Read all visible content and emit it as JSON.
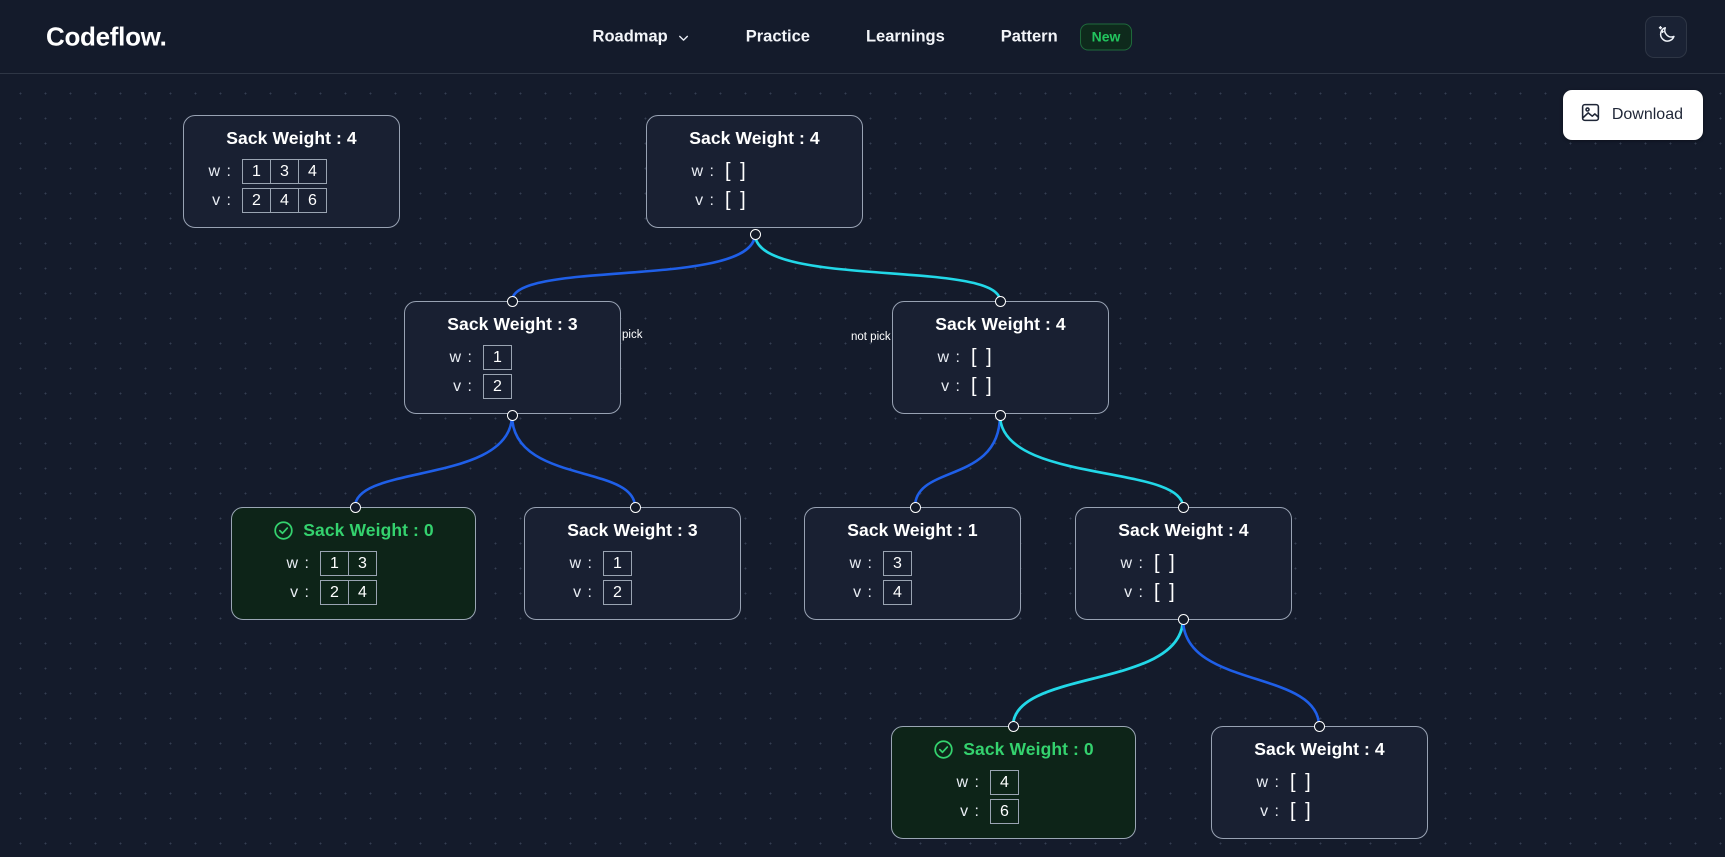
{
  "header": {
    "brand": "Codeflow.",
    "nav": [
      {
        "label": "Roadmap",
        "icon": "chevron-down-icon",
        "has_chevron": true
      },
      {
        "label": "Practice",
        "has_chevron": false
      },
      {
        "label": "Learnings",
        "has_chevron": false
      },
      {
        "label": "Pattern",
        "has_chevron": false,
        "badge": "New"
      }
    ],
    "theme_toggle_icon": "moon-stars-icon"
  },
  "toolbar": {
    "download_label": "Download",
    "download_icon": "image-icon"
  },
  "colors": {
    "background": "#141b2b",
    "header": "#141b2b",
    "node_bg": "#192032",
    "node_border": "#98a2b3",
    "solved_bg": "#0d2418",
    "solved_text": "#34d26e",
    "edge_pick": "#1f5fe8",
    "edge_not_pick": "#22d8e8",
    "badge_new": "#22c55e",
    "download_bg": "#ffffff"
  },
  "graph": {
    "title_prefix": "Sack Weight : ",
    "row_labels": {
      "w": "w :",
      "v": "v :"
    },
    "empty_value": "[ ]",
    "edge_labels": {
      "pick": "pick",
      "not_pick": "not pick"
    },
    "nodes": [
      {
        "id": "legend",
        "title": "Sack Weight : 4",
        "w": [
          "1",
          "3",
          "4"
        ],
        "v": [
          "2",
          "4",
          "6"
        ],
        "solved": false,
        "empty": false
      },
      {
        "id": "root",
        "title": "Sack Weight : 4",
        "w": [],
        "v": [],
        "solved": false,
        "empty": true
      },
      {
        "id": "l1-left",
        "title": "Sack Weight : 3",
        "w": [
          "1"
        ],
        "v": [
          "2"
        ],
        "solved": false,
        "empty": false
      },
      {
        "id": "l1-right",
        "title": "Sack Weight : 4",
        "w": [],
        "v": [],
        "solved": false,
        "empty": true
      },
      {
        "id": "l2-a",
        "title": "Sack Weight : 0",
        "w": [
          "1",
          "3"
        ],
        "v": [
          "2",
          "4"
        ],
        "solved": true,
        "empty": false
      },
      {
        "id": "l2-b",
        "title": "Sack Weight : 3",
        "w": [
          "1"
        ],
        "v": [
          "2"
        ],
        "solved": false,
        "empty": false
      },
      {
        "id": "l2-c",
        "title": "Sack Weight : 1",
        "w": [
          "3"
        ],
        "v": [
          "4"
        ],
        "solved": false,
        "empty": false
      },
      {
        "id": "l2-d",
        "title": "Sack Weight : 4",
        "w": [],
        "v": [],
        "solved": false,
        "empty": true
      },
      {
        "id": "l3-a",
        "title": "Sack Weight : 0",
        "w": [
          "4"
        ],
        "v": [
          "6"
        ],
        "solved": true,
        "empty": false
      },
      {
        "id": "l3-b",
        "title": "Sack Weight : 4",
        "w": [],
        "v": [],
        "solved": false,
        "empty": true
      }
    ],
    "edges": [
      {
        "from": "root",
        "to": "l1-left",
        "kind": "pick",
        "label": "pick"
      },
      {
        "from": "root",
        "to": "l1-right",
        "kind": "not_pick",
        "label": "not pick"
      },
      {
        "from": "l1-left",
        "to": "l2-a",
        "kind": "pick",
        "label": ""
      },
      {
        "from": "l1-left",
        "to": "l2-b",
        "kind": "pick",
        "label": ""
      },
      {
        "from": "l1-right",
        "to": "l2-c",
        "kind": "pick",
        "label": ""
      },
      {
        "from": "l1-right",
        "to": "l2-d",
        "kind": "not_pick",
        "label": ""
      },
      {
        "from": "l2-d",
        "to": "l3-a",
        "kind": "not_pick",
        "label": ""
      },
      {
        "from": "l2-d",
        "to": "l3-b",
        "kind": "pick",
        "label": ""
      }
    ]
  }
}
